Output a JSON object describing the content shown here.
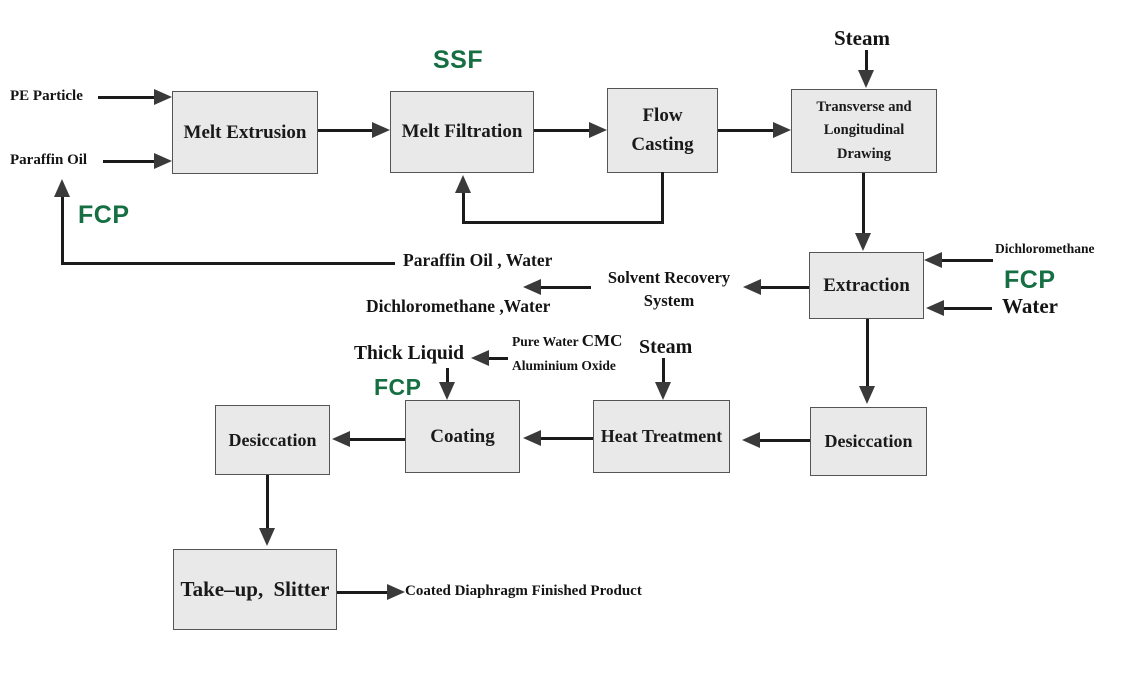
{
  "diagram": {
    "nodes": {
      "melt_extrusion": "Melt Extrusion",
      "melt_filtration": "Melt Filtration",
      "flow_casting": "Flow Casting",
      "transverse_longitudinal_drawing": "Transverse and Longitudinal Drawing",
      "extraction": "Extraction",
      "desiccation_after_extraction": "Desiccation",
      "heat_treatment": "Heat Treatment",
      "coating": "Coating",
      "desiccation_after_coating": "Desiccation",
      "take_up_slitter": "Take–up, Slitter"
    },
    "inputs": {
      "pe_particle": "PE Particle",
      "paraffin_oil": "Paraffin Oil",
      "steam_drawing": "Steam",
      "dichloromethane": "Dichloromethane",
      "water": "Water",
      "steam_heat_treatment": "Steam",
      "pure_water": "Pure Water",
      "cmc": "CMC",
      "aluminium_oxide": "Aluminium Oxide"
    },
    "streams": {
      "solvent_recovery_line1": "Solvent Recovery",
      "solvent_recovery_line2": "System",
      "paraffin_oil_water": "Paraffin Oil , Water",
      "dichloromethane_water": "Dichloromethane ,Water",
      "thick_liquid": "Thick Liquid",
      "finished_product": "Coated Diaphragm Finished Product"
    },
    "annotations": {
      "ssf": "SSF",
      "fcp_paraffin_recycle": "FCP",
      "fcp_extraction": "FCP",
      "fcp_coating": "FCP"
    },
    "colors": {
      "annotation_green": "#156f42",
      "box_fill": "#e9e9e9",
      "box_border": "#555555",
      "line_black": "#1b1b1b",
      "arrowhead_gray": "#3a3a3a"
    }
  }
}
